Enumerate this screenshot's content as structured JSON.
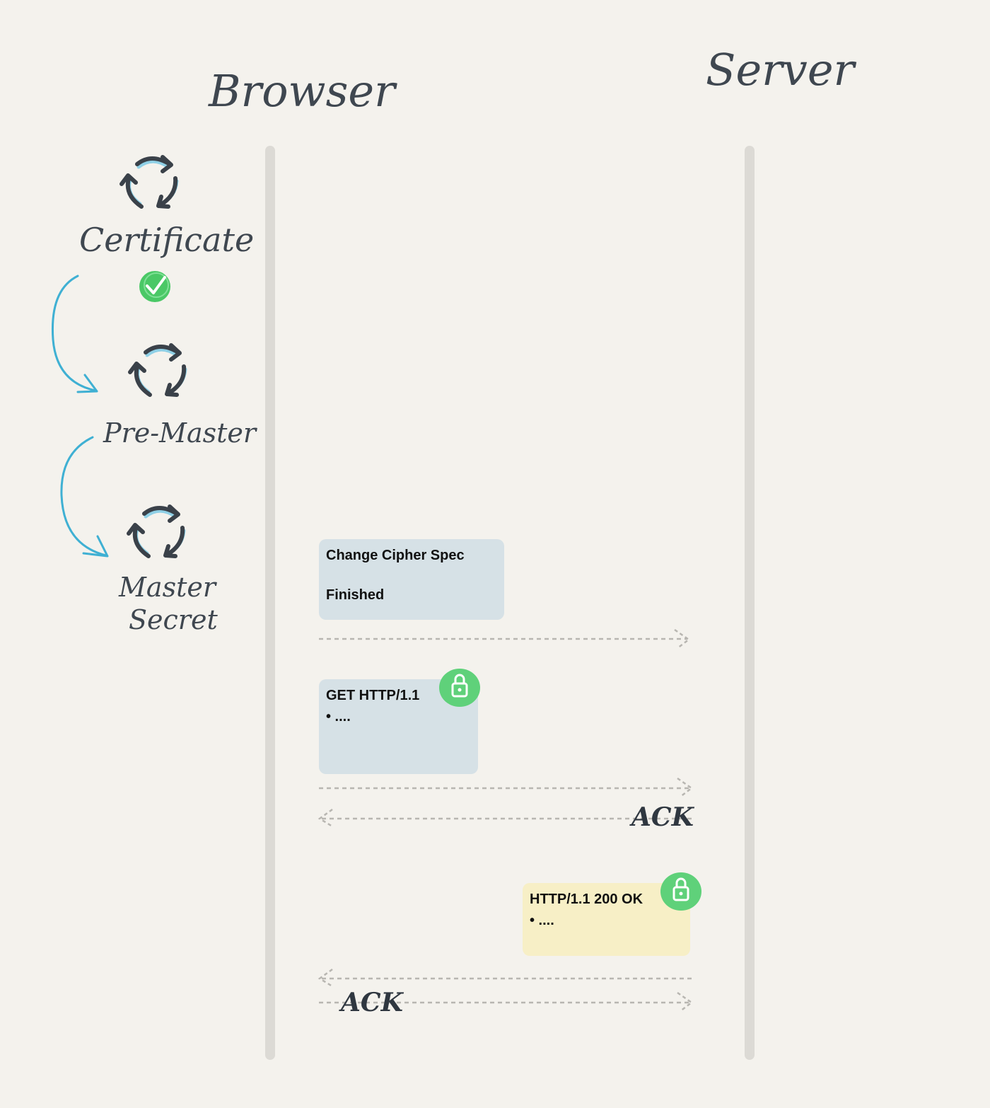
{
  "titles": {
    "browser": "Browser",
    "server": "Server"
  },
  "steps": {
    "certificate": "Certificate",
    "pre_master": "Pre-Master",
    "master_line1": "Master",
    "master_line2": "Secret"
  },
  "messages": {
    "client_finish": {
      "line1": "Change Cipher Spec",
      "line2": "Finished"
    },
    "request": {
      "line1": "GET HTTP/1.1",
      "bullet": "•  ...."
    },
    "response": {
      "line1": "HTTP/1.1 200 OK",
      "bullet": "•  ...."
    }
  },
  "acks": {
    "ack1": "ACK",
    "ack2": "ACK"
  },
  "colors": {
    "background": "#f4f2ed",
    "lifeline": "#dcdad5",
    "blue_card": "#d6e1e6",
    "yellow_card": "#f7efc6",
    "lock_green": "#5fd17a",
    "check_green": "#4ac866",
    "flow_arrow": "#3fb0d3",
    "ink": "#3f4750",
    "dashed": "#b8b6b1"
  },
  "icons": [
    "cycle-icon",
    "check-icon",
    "lock-icon"
  ]
}
